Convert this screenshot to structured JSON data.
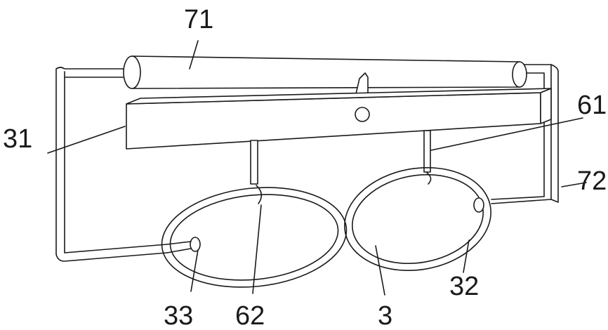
{
  "labels": {
    "roller": "71",
    "beam": "31",
    "rod": "61",
    "frame": "72",
    "pin": "33",
    "hook": "62",
    "ring_inner": "3",
    "ring": "32"
  }
}
